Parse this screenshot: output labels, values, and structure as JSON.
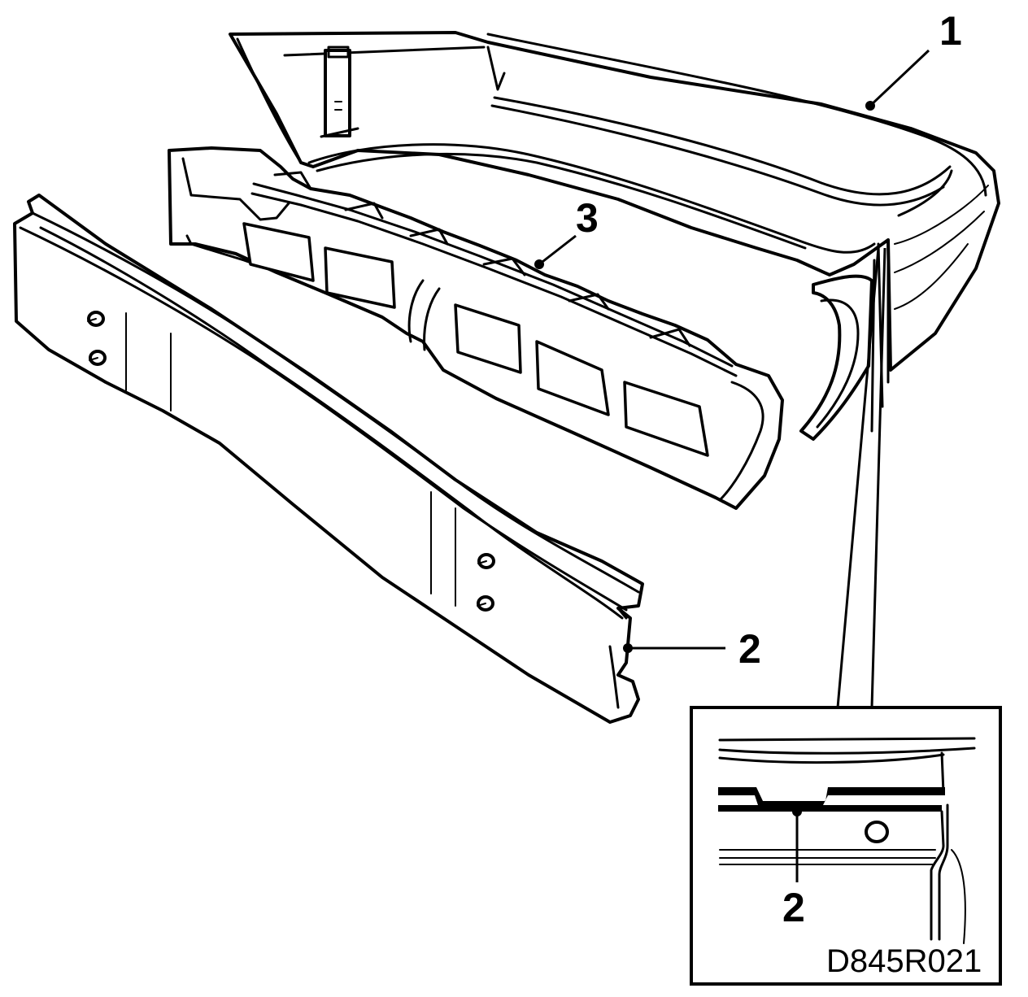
{
  "callouts": {
    "c1": "1",
    "c2_main": "2",
    "c3": "3",
    "c2_inset": "2"
  },
  "figure_code": "D845R021",
  "parts": [
    "bumper-cover",
    "bumper-reinforcement-beam",
    "energy-absorber"
  ],
  "colors": {
    "ink": "#000000",
    "paper": "#ffffff"
  }
}
